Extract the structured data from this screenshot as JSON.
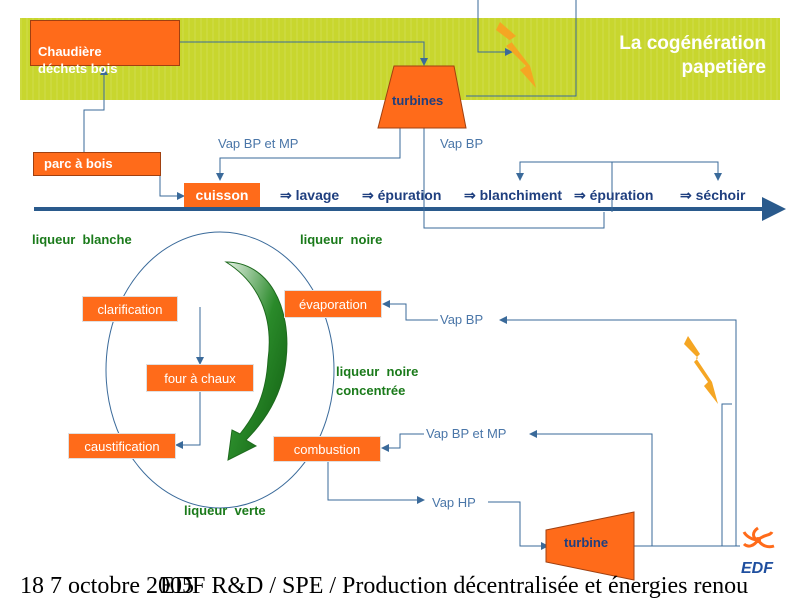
{
  "title": "La cogénération\npapetière",
  "boxes": {
    "chaudiere": "Chaudière\ndéchets bois",
    "turbines": "turbines",
    "parc": "parc à bois",
    "cuisson": "cuisson",
    "clarification": "clarification",
    "four": "four à chaux",
    "caustification": "caustification",
    "evaporation": "évaporation",
    "combustion": "combustion",
    "turbine": "turbine"
  },
  "process_steps": [
    "⇒ lavage",
    "⇒ épuration",
    "⇒ blanchiment",
    "⇒ épuration",
    "⇒ séchoir"
  ],
  "steam_labels": {
    "vap_bp_mp_top": "Vap BP et MP",
    "vap_bp_top": "Vap BP",
    "vap_bp_mid": "Vap BP",
    "vap_bp_mp_low": "Vap BP et MP",
    "vap_hp": "Vap HP"
  },
  "liquor_labels": {
    "blanche": "liqueur  blanche",
    "noire": "liqueur  noire",
    "noire_conc": "liqueur  noire\nconcentrée",
    "verte": "liqueur  verte"
  },
  "logo_text": "EDF",
  "footer": {
    "date": "18 7 octobre 2005",
    "org": "EDF R&D / SPE / Production décentralisée et énergies renou"
  },
  "colors": {
    "banner": "#c8d62e",
    "box": "#ff6b1a",
    "process_arrow": "#2a5a8c",
    "cycle_arrow": "#1e7a1e",
    "lightning": "#f5a623"
  },
  "icons": [
    "lightning-bolt-icon",
    "edf-logo-icon"
  ]
}
